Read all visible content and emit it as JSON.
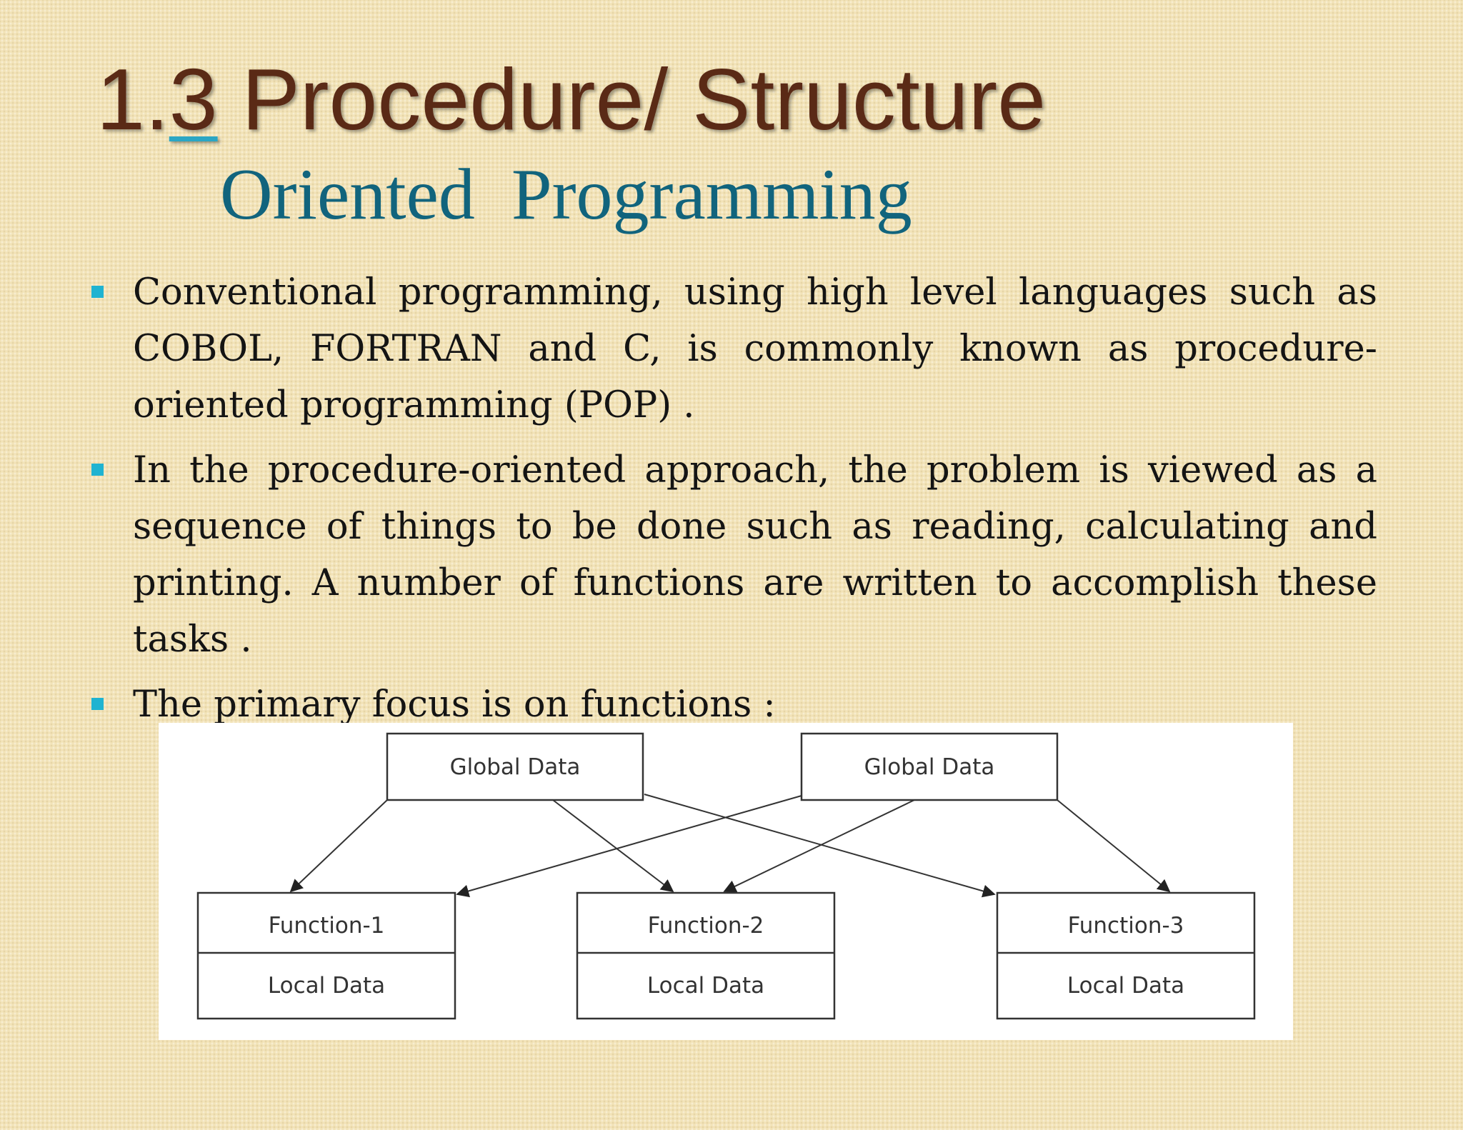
{
  "title": {
    "line1_prefix": "1.",
    "line1_underlined": "3",
    "line1_rest": " Procedure/ Structure",
    "line2": "Oriented  Programming"
  },
  "bullets": [
    {
      "text": "Conventional programming, using high level languages such as COBOL, FORTRAN and C, is commonly known as procedure-oriented programming (POP) ."
    },
    {
      "text": "In the procedure-oriented approach, the problem is viewed as a  sequence of things to be done such as reading, calculating and  printing. A number of functions are written to accomplish these  tasks ."
    },
    {
      "text": "The primary focus is on functions :"
    }
  ],
  "diagram": {
    "global_data_left": "Global Data",
    "global_data_right": "Global Data",
    "functions": [
      {
        "name": "Function-1",
        "local": "Local Data"
      },
      {
        "name": "Function-2",
        "local": "Local Data"
      },
      {
        "name": "Function-3",
        "local": "Local Data"
      }
    ]
  },
  "colors": {
    "title_brown": "#5a2a16",
    "subtitle_teal": "#11647d",
    "bullet_cyan": "#1fb3d1",
    "background": "#f2e3b8"
  }
}
